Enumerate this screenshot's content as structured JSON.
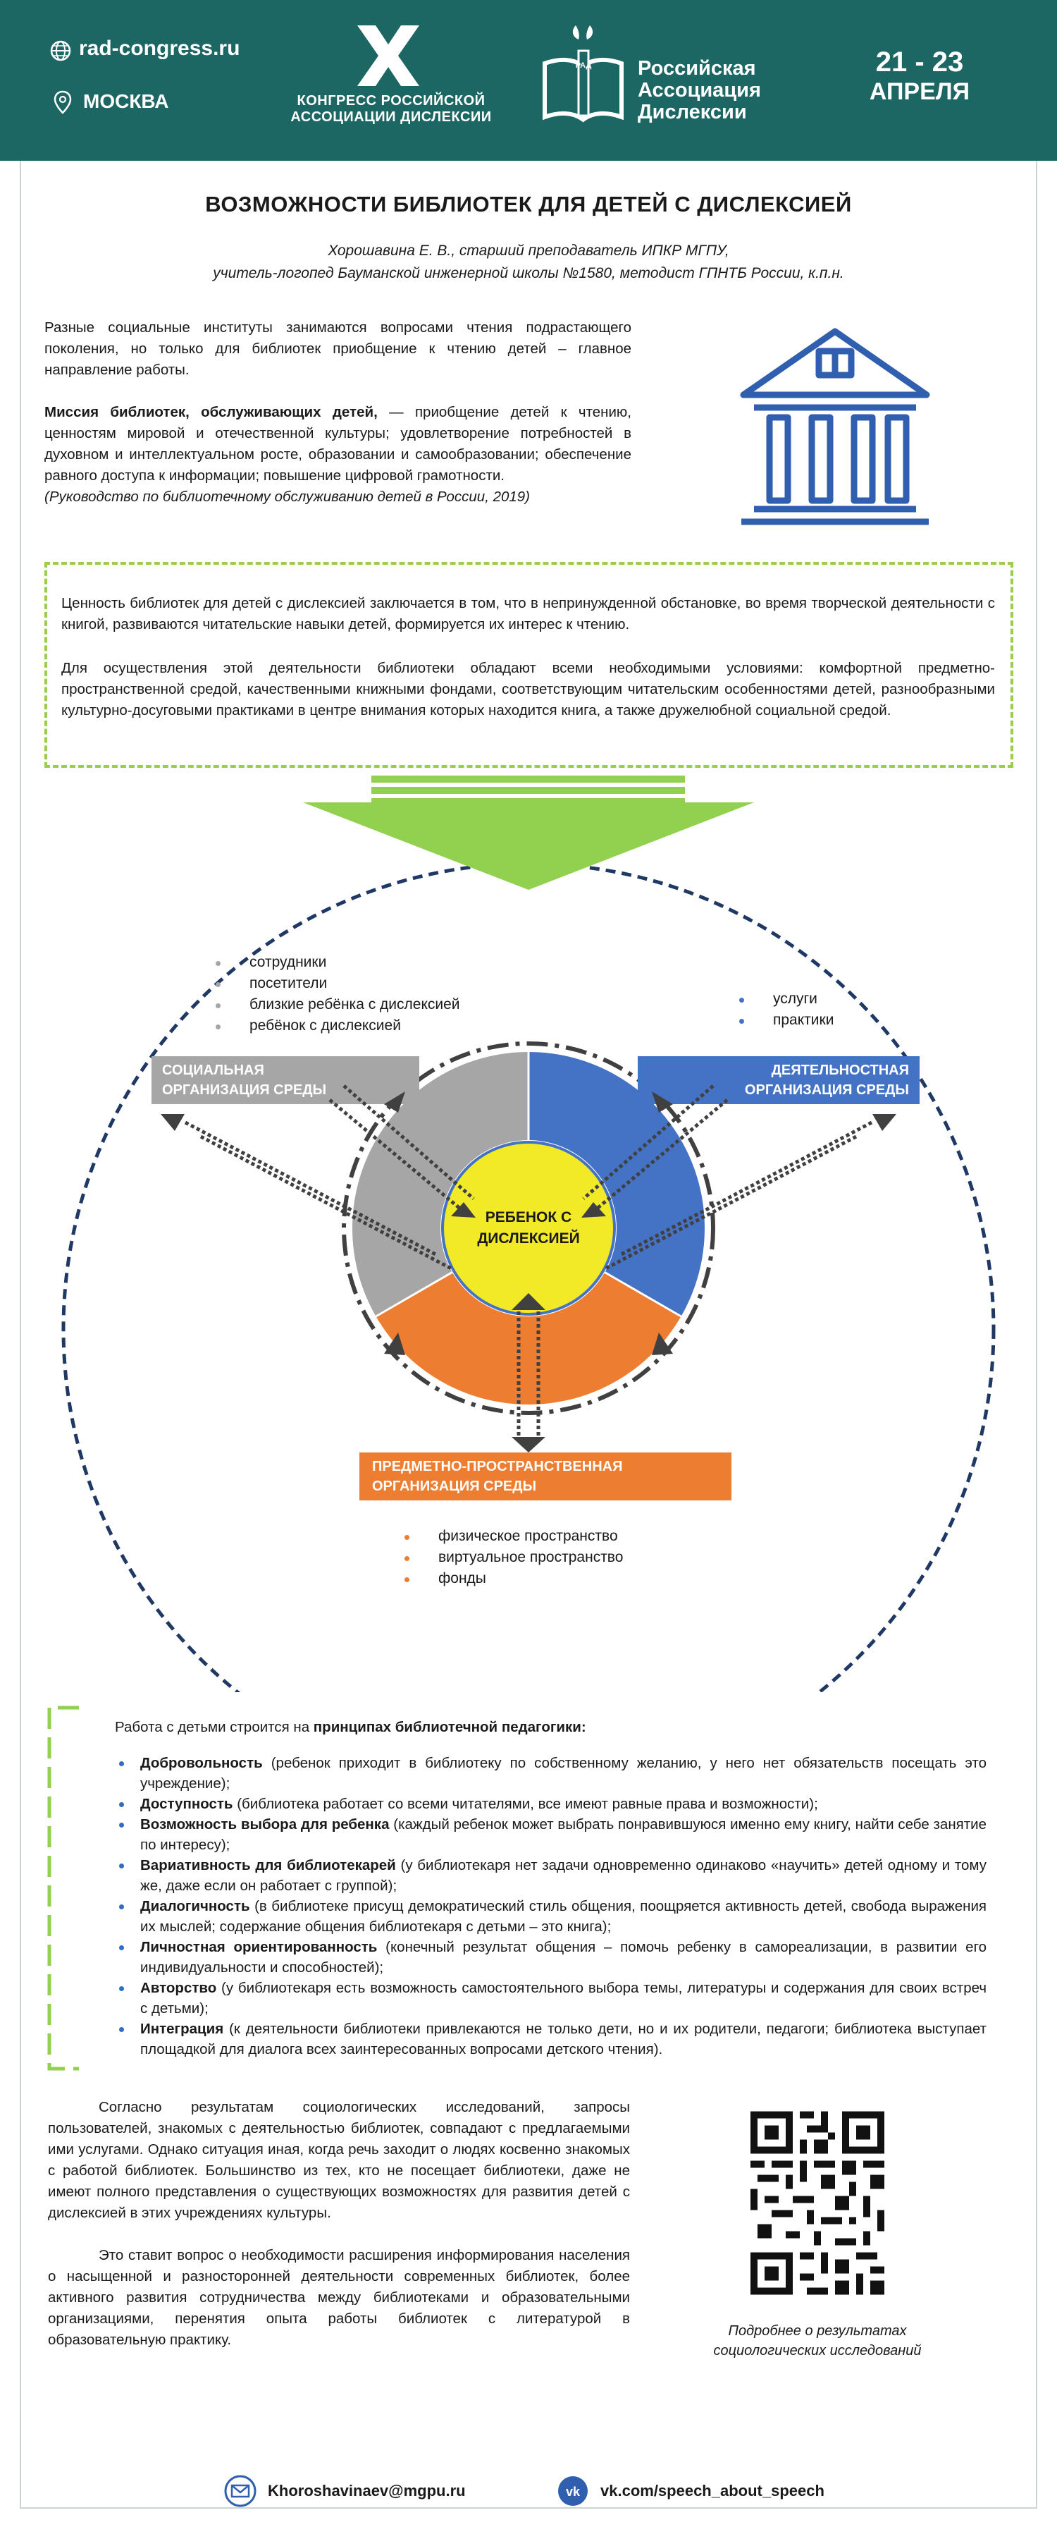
{
  "header": {
    "site": "rad-congress.ru",
    "city": "МОСКВА",
    "congress_line1": "КОНГРЕСС РОССИЙСКОЙ",
    "congress_line2": "АССОЦИАЦИИ ДИСЛЕКСИИ",
    "assoc_line1": "Российская",
    "assoc_line2": "Ассоциация",
    "assoc_line3": "Дислексии",
    "book_label": "РАД",
    "dates": "21 - 23",
    "month": "АПРЕЛЯ",
    "accent_color": "#1c6663"
  },
  "title": "ВОЗМОЖНОСТИ БИБЛИОТЕК ДЛЯ ДЕТЕЙ С ДИСЛЕКСИЕЙ",
  "author_line1": "Хорошавина Е. В., старший преподаватель ИПКР МГПУ,",
  "author_line2": "учитель-логопед Бауманской инженерной школы №1580, методист ГПНТБ России, к.п.н.",
  "intro": {
    "p1": "Разные социальные институты занимаются вопросами чтения подрастающего поколения, но только для библиотек приобщение к чтению детей – главное направление работы.",
    "mission_bold": "Миссия библиотек, обслуживающих детей,",
    "mission_rest": " — приобщение детей к чтению, ценностям мировой и отечественной культуры; удовлетворение потребностей в духовном и интеллектуальном росте, образовании и самообразовании; обеспечение равного доступа к информации; повышение цифровой грамотности.",
    "source": "(Руководство по библиотечному обслуживанию детей в России, 2019)",
    "icon": "library-building-icon"
  },
  "box1": {
    "p1": "Ценность библиотек для детей с дислексией заключается в том, что в непринужденной обстановке, во время творческой деятельности с книгой, развиваются читательские навыки детей, формируется их интерес к чтению.",
    "p2": "Для осуществления этой деятельности библиотеки обладают всеми необходимыми условиями: комфортной предметно-пространственной средой, качественными книжными фондами, соответствующим читательским особенностями детей, разнообразными культурно-досуговыми практиками в центре внимания которых находится книга, а также дружелюбной социальной средой."
  },
  "diagram": {
    "center_line1": "РЕБЕНОК С",
    "center_line2": "ДИСЛЕКСИЕЙ",
    "social_line1": "СОЦИАЛЬНАЯ",
    "social_line2": "ОРГАНИЗАЦИЯ СРЕДЫ",
    "activity_line1": "ДЕЯТЕЛЬНОСТНАЯ",
    "activity_line2": "ОРГАНИЗАЦИЯ СРЕДЫ",
    "space_line1": "ПРЕДМЕТНО-ПРОСТРАНСТВЕННАЯ",
    "space_line2": "ОРГАНИЗАЦИЯ СРЕДЫ",
    "social_items": [
      "сотрудники",
      "посетители",
      "близкие ребёнка с дислексией",
      "ребёнок с дислексией"
    ],
    "activity_items": [
      "услуги",
      "практики"
    ],
    "space_items": [
      "физическое пространство",
      "виртуальное пространство",
      "фонды"
    ],
    "colors": {
      "social": "#a6a6a6",
      "activity": "#4472c4",
      "space": "#ed7d31",
      "center": "#f2ea27",
      "arrow": "#92d050",
      "circle": "#1f3864"
    }
  },
  "principles": {
    "intro_plain": "Работа с детьми строится на ",
    "intro_bold": "принципах библиотечной педагогики:",
    "items": [
      {
        "term": "Добровольность",
        "text": " (ребенок приходит в библиотеку по собственному желанию, у него нет обязательств посещать это учреждение);"
      },
      {
        "term": "Доступность",
        "text": " (библиотека работает со всеми читателями, все имеют равные права и возможности);"
      },
      {
        "term": "Возможность выбора для ребенка",
        "text": " (каждый ребенок может выбрать понравившуюся именно ему книгу, найти себе занятие по интересу);"
      },
      {
        "term": "Вариативность для библиотекарей",
        "text": " (у библиотекаря нет задачи одновременно одинаково «научить» детей одному и тому же, даже если он работает с группой);"
      },
      {
        "term": "Диалогичность",
        "text": " (в библиотеке присущ демократический стиль общения, поощряется активность детей, свобода выражения их мыслей; содержание общения библиотекаря с детьми – это книга);"
      },
      {
        "term": "Личностная ориентированность",
        "text": " (конечный результат общения – помочь ребенку в самореализации, в развитии его индивидуальности и способностей);"
      },
      {
        "term": "Авторство",
        "text": " (у библиотекаря есть возможность самостоятельного выбора темы, литературы и содержания для своих встреч с детьми);"
      },
      {
        "term": "Интеграция",
        "text": " (к деятельности библиотеки привлекаются не только дети, но и их родители, педагоги; библиотека выступает площадкой для диалога всех заинтересованных вопросами детского чтения)."
      }
    ]
  },
  "conclusion": {
    "p1": "Согласно результатам социологических исследований, запросы пользователей, знакомых с деятельностью библиотек, совпадают с предлагаемыми ими услугами. Однако ситуация иная, когда речь заходит о людях косвенно знакомых с работой библиотек. Большинство из тех, кто не посещает библиотеки, даже не имеют полного представления о существующих возможностях для развития детей с дислексией в этих учреждениях культуры.",
    "p2": "Это ставит вопрос о необходимости расширения информирования населения о насыщенной и разносторонней деятельности современных библиотек, более активного развития сотрудничества между библиотеками и образовательными организациями, перенятия опыта работы библиотек с литературой в образовательную практику."
  },
  "qr_caption": "Подробнее о результатах социологических исследований",
  "footer": {
    "email": "Khoroshavinaev@mgpu.ru",
    "vk": "vk.com/speech_about_speech"
  }
}
